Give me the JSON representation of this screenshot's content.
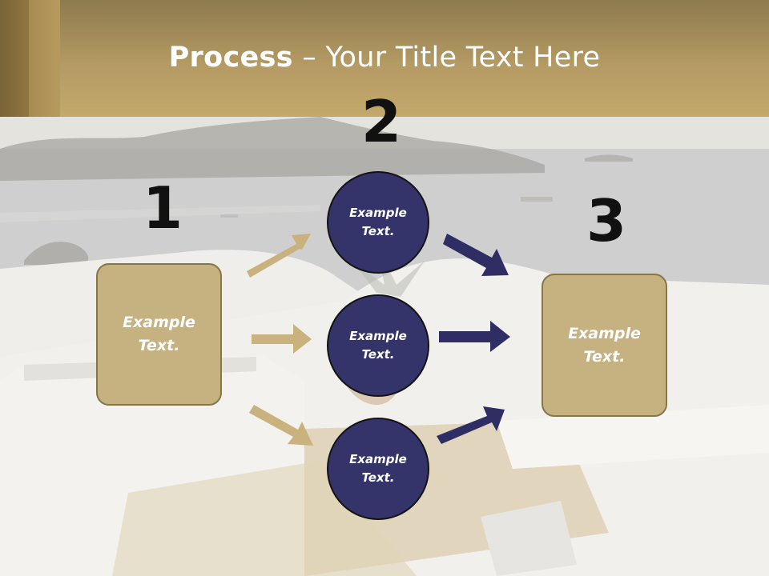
{
  "slide": {
    "title_bold": "Process",
    "title_rest": " – Your Title Text Here"
  },
  "steps": {
    "one": "1",
    "two": "2",
    "three": "3"
  },
  "nodes": {
    "left_box": {
      "line1": "Example",
      "line2": "Text."
    },
    "circle_top": {
      "line1": "Example",
      "line2": "Text."
    },
    "circle_middle": {
      "line1": "Example",
      "line2": "Text."
    },
    "circle_bottom": {
      "line1": "Example",
      "line2": "Text."
    },
    "right_box": {
      "line1": "Example",
      "line2": "Text."
    }
  },
  "colors": {
    "header_gold": "#c4a96d",
    "box_fill": "#c6b181",
    "circle_fill": "#34336a",
    "arrow_gold": "#c9b27e",
    "arrow_navy": "#2e2d64"
  }
}
